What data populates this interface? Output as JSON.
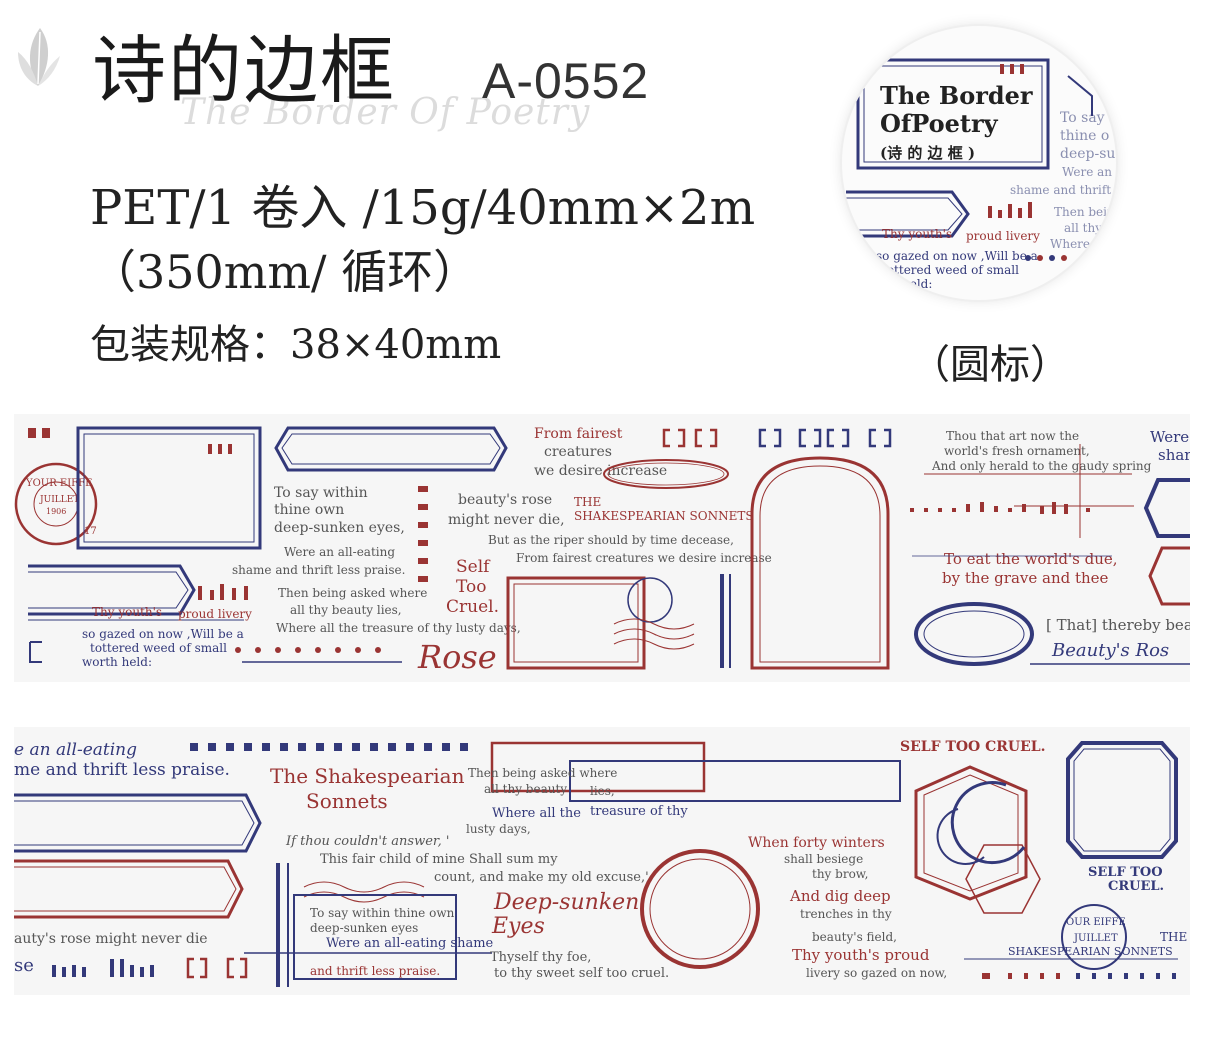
{
  "header": {
    "title": "诗的边框",
    "title_script": "The Border Of Poetry",
    "code": "A-0552",
    "spec_line1": "PET/1 卷入 /15g/40mm×2m",
    "spec_line2": "（350mm/ 循环）",
    "package": "包装规格：38×40mm",
    "circle_label": "（圆标）"
  },
  "circle_label_art": {
    "title1": "The Border",
    "title2": "OfPoetry",
    "subtitle": "(诗 的 边 框 )",
    "t1": "To say",
    "t2": "thine o",
    "t3": "deep-su",
    "t4": "Were an",
    "t5": "shame and thrift le",
    "t6": "Then bein",
    "t7": "all thy",
    "t8": "Where",
    "t9": "Thy youth's",
    "t10": "proud livery",
    "t11": "so gazed on now ,Will be a",
    "t12": "tottered weed of small",
    "t13": "held:"
  },
  "strip1": {
    "from_fairest": "From fairest",
    "creatures": "creatures",
    "we_desire": "we desire increase",
    "to_say": "To say within",
    "thine_own": "thine own",
    "deep_sunken": "deep-sunken eyes,",
    "beautys_rose": "beauty's rose",
    "might_never": "might never die,",
    "the": "THE",
    "shakes_sonnets": "SHAKESPEARIAN SONNETS",
    "riper": "But as the riper should by time decease,",
    "fairest_creatures": "From fairest creatures we desire increase",
    "were_all": "Were an all-eating",
    "shame_thrift": "shame and thrift less praise.",
    "self": "Self",
    "too": "Too",
    "cruel": "Cruel.",
    "then_being": "Then being asked where",
    "all_thy": "all thy beauty lies,",
    "where_all": "Where all the treasure of thy lusty days,",
    "thy_youths": "Thy youth's",
    "proud_livery": "proud livery",
    "so_gazed": "so gazed on now ,Will be a",
    "tottered": "tottered weed of small",
    "worth_held": "worth held:",
    "rose": "Rose",
    "thou_that": "Thou that art now the",
    "worlds_fresh": "world's fresh ornament,",
    "herald": "And only herald to the gaudy spring",
    "eat_world": "To eat the world's due,",
    "by_grave": "by the grave and thee",
    "that": "[ That] thereby bea",
    "beautys_ros": "Beauty's Ros",
    "were_cut": "Were",
    "shar_cut": "shar",
    "stamp_top": "YOUR EIFFE",
    "stamp_date": "JUILLET",
    "stamp_year": "1906",
    "stamp_num": "17"
  },
  "strip2": {
    "eating": "e an all-eating",
    "me_thrift": "me and thrift less praise.",
    "shakes1": "The Shakespearian",
    "shakes2": "Sonnets",
    "then_asked": "Then being asked where",
    "all_beauty": "all thy beauty",
    "lies": "lies,",
    "where_all": "Where all the",
    "treasure": "treasure of thy",
    "lusty": "lusty days,",
    "if_thou": "If thou couldn't answer, '",
    "this_fair": "This fair child of mine Shall sum my",
    "count": "count, and make my old excuse,'",
    "to_say": "To say within thine own",
    "deep_eyes": "deep-sunken eyes",
    "were_all": "Were an all-eating shame",
    "thrift": "and thrift less praise.",
    "auty_rose": "auty's rose might never die",
    "se": "se",
    "deep_sunken": "Deep-sunken",
    "eyes": "Eyes",
    "thyself": "Thyself thy foe,",
    "sweet_self": "to thy sweet self too cruel.",
    "forty": "When forty winters",
    "besiege": "shall besiege",
    "brow": "thy brow,",
    "dig_deep": "And dig deep",
    "trenches": "trenches in thy",
    "field": "beauty's field,",
    "youths_proud": "Thy youth's proud",
    "livery": "livery so gazed on now,",
    "self_too": "SELF TOO CRUEL.",
    "self_too2": "SELF TOO",
    "cruel2": "CRUEL.",
    "the": "THE",
    "shakes_sonnets": "SHAKESPEARIAN SONNETS",
    "stamp_top": "OUR EIFFE",
    "stamp_date": "JUILLET",
    "brackets": "[ ]   [ ]"
  },
  "colors": {
    "red": "#9a3433",
    "blue": "#33397a",
    "text": "#222222"
  },
  "icons": {
    "logo": "leaf-logo-icon"
  }
}
